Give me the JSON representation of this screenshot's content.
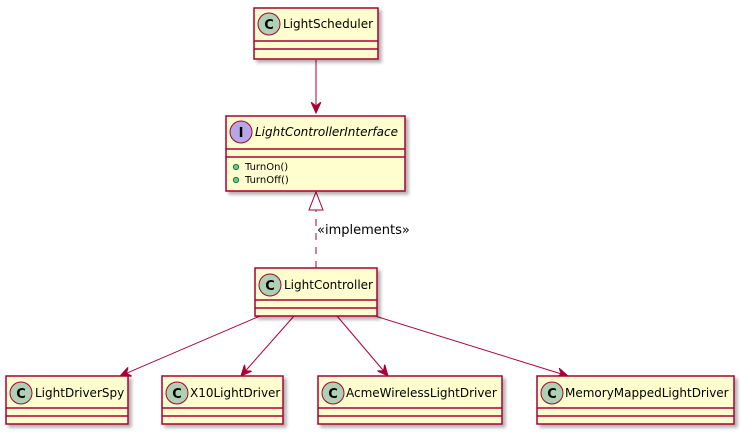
{
  "diagram": {
    "colors": {
      "box_fill": "#FEFECE",
      "box_border": "#A80036",
      "arrow": "#A80036",
      "class_badge": "#ADD1B2",
      "interface_badge": "#B4A7E5",
      "text": "#000000"
    },
    "classes": {
      "scheduler": {
        "name": "LightScheduler",
        "badge": "C"
      },
      "iface": {
        "name": "LightControllerInterface",
        "badge": "I",
        "methods": [
          "TurnOn()",
          "TurnOff()"
        ]
      },
      "controller": {
        "name": "LightController",
        "badge": "C"
      },
      "spy": {
        "name": "LightDriverSpy",
        "badge": "C"
      },
      "x10": {
        "name": "X10LightDriver",
        "badge": "C"
      },
      "acme": {
        "name": "AcmeWirelessLightDriver",
        "badge": "C"
      },
      "memory": {
        "name": "MemoryMappedLightDriver",
        "badge": "C"
      }
    },
    "relation_label": "«implements»"
  }
}
